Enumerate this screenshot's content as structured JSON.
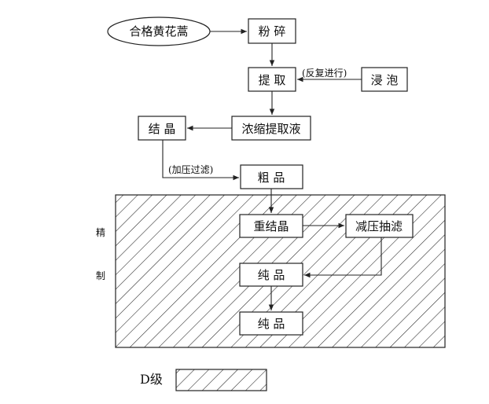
{
  "nodes": {
    "raw": "合格黄花蒿",
    "crush": "粉 碎",
    "extract": "提 取",
    "soak": "浸 泡",
    "concentrate": "浓缩提取液",
    "crystallize": "结 晶",
    "crude": "粗 品",
    "recrystallize": "重结晶",
    "vacuum_filter": "减压抽滤",
    "pure1": "纯 品",
    "pure2": "纯 品"
  },
  "edge_labels": {
    "repeat": "(反复进行)",
    "pressure_filter": "(加压过滤)"
  },
  "region_label": [
    "精",
    "制"
  ],
  "legend": {
    "label": "D级"
  },
  "colors": {
    "stroke": "#222222",
    "background": "#ffffff"
  }
}
